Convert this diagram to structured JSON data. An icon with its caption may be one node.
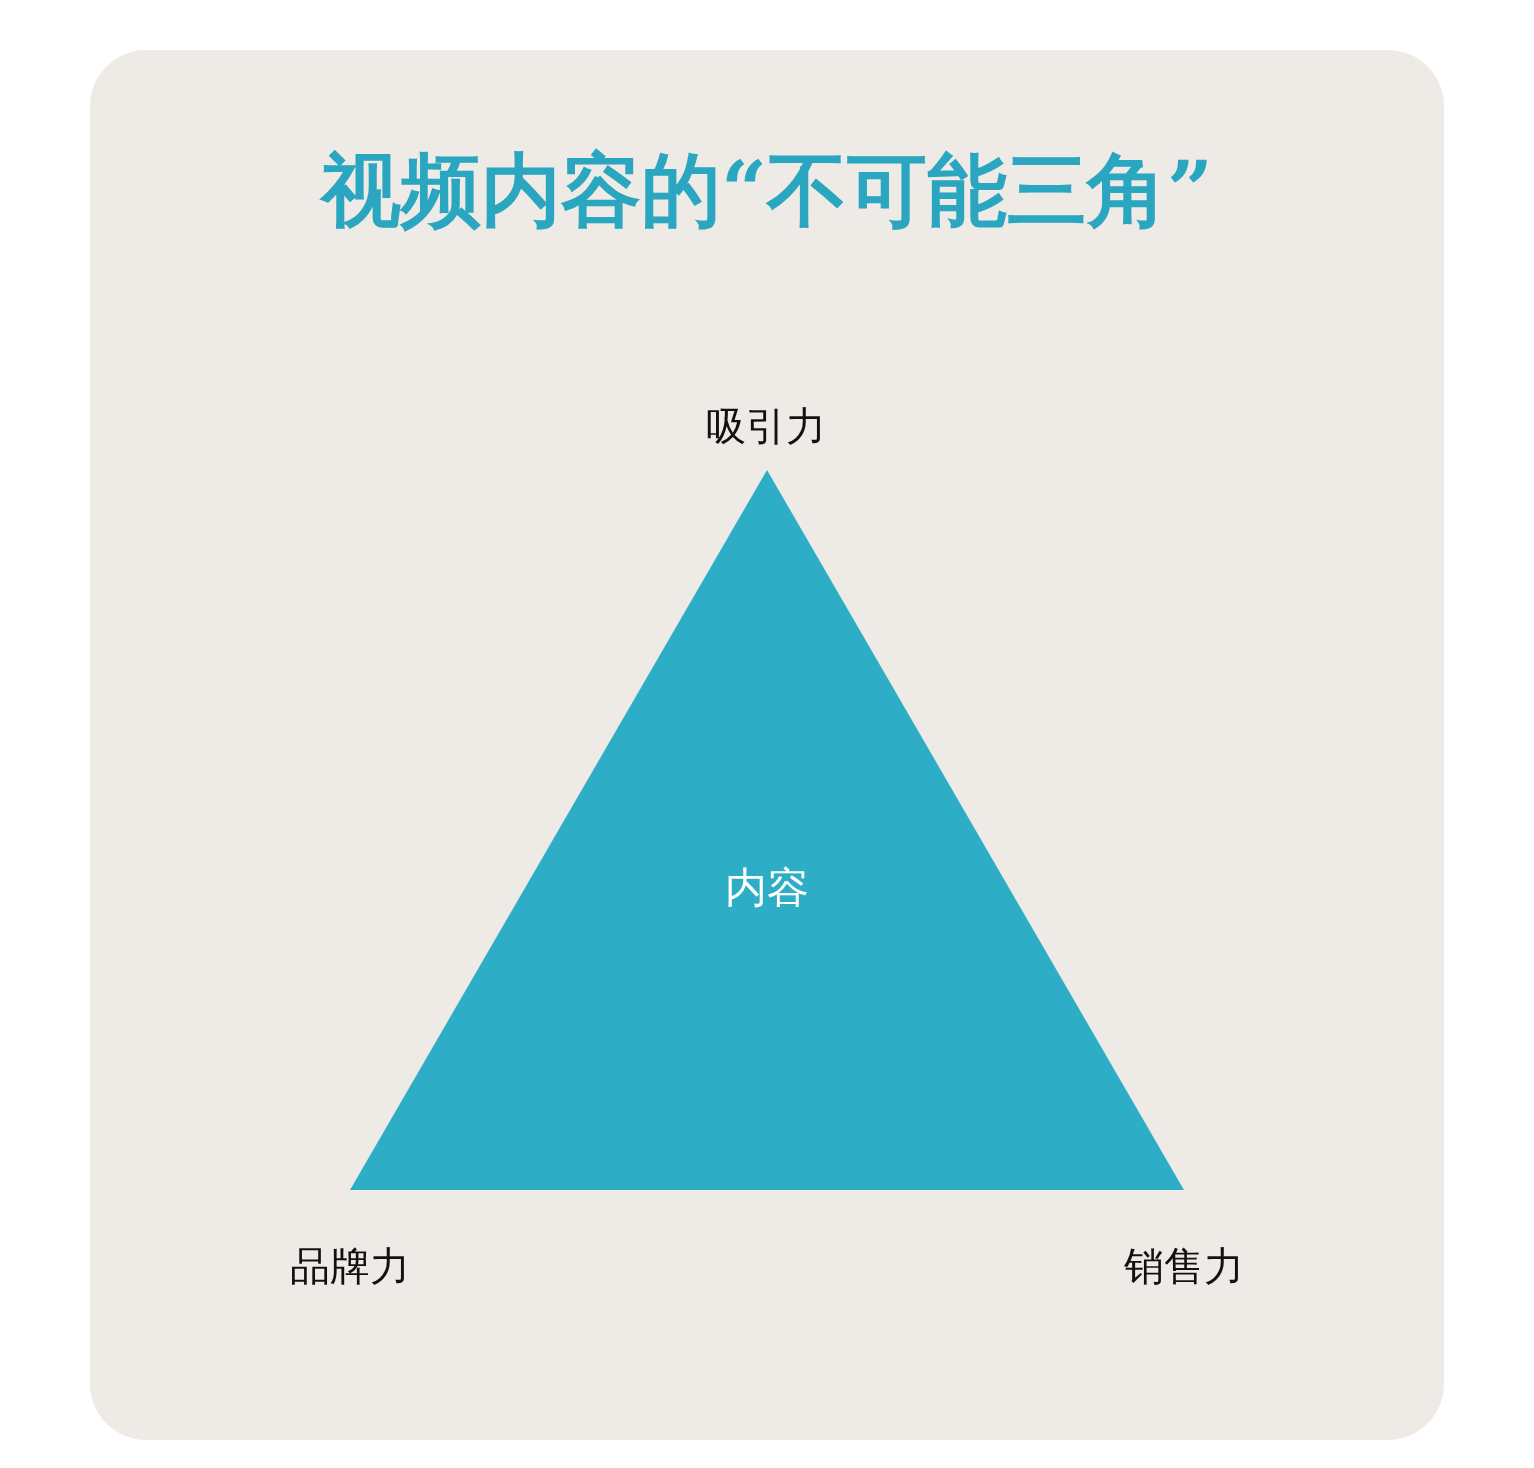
{
  "diagram": {
    "title": "视频内容的“不可能三角”",
    "nodes": [
      {
        "text": [
          "内容"
        ]
      }
    ],
    "labels": [
      "吸引力",
      "品牌力",
      "销售力"
    ]
  }
}
